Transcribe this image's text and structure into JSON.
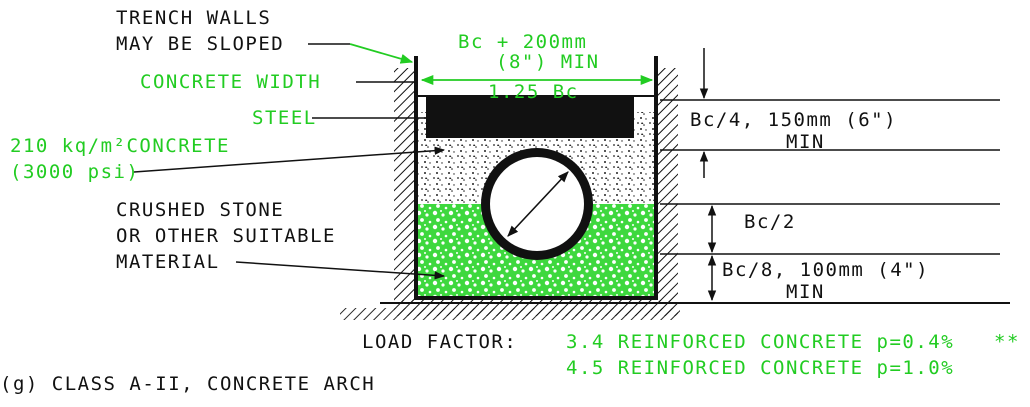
{
  "colors": {
    "ink": "#111111",
    "green": "#22cc22",
    "green_fill": "#33dd33",
    "paper": "#ffffff"
  },
  "labels": {
    "trench_line1": "TRENCH WALLS",
    "trench_line2": "MAY BE SLOPED",
    "concrete_width": "CONCRETE WIDTH",
    "steel": "STEEL",
    "concrete_line1": "210 kq/m²CONCRETE",
    "concrete_line2": "(3000 psi)",
    "stone_line1": "CRUSHED STONE",
    "stone_line2": "OR OTHER SUITABLE",
    "stone_line3": "MATERIAL"
  },
  "dimensions": {
    "width_line1": "Bc + 200mm",
    "width_line2": "(8\") MIN",
    "width_line3": "1.25 Bc",
    "top_cover_line1": "Bc/4, 150mm (6\")",
    "top_cover_line2": "MIN",
    "half_dia": "Bc/2",
    "bedding_line1": "Bc/8, 100mm (4\")",
    "bedding_line2": "MIN"
  },
  "load_factor": {
    "label": "LOAD FACTOR:",
    "line1": "3.4 REINFORCED CONCRETE p=0.4%",
    "line1_mark": "**",
    "line2": "4.5 REINFORCED CONCRETE p=1.0%"
  },
  "caption": "(g) CLASS A-II, CONCRETE ARCH"
}
